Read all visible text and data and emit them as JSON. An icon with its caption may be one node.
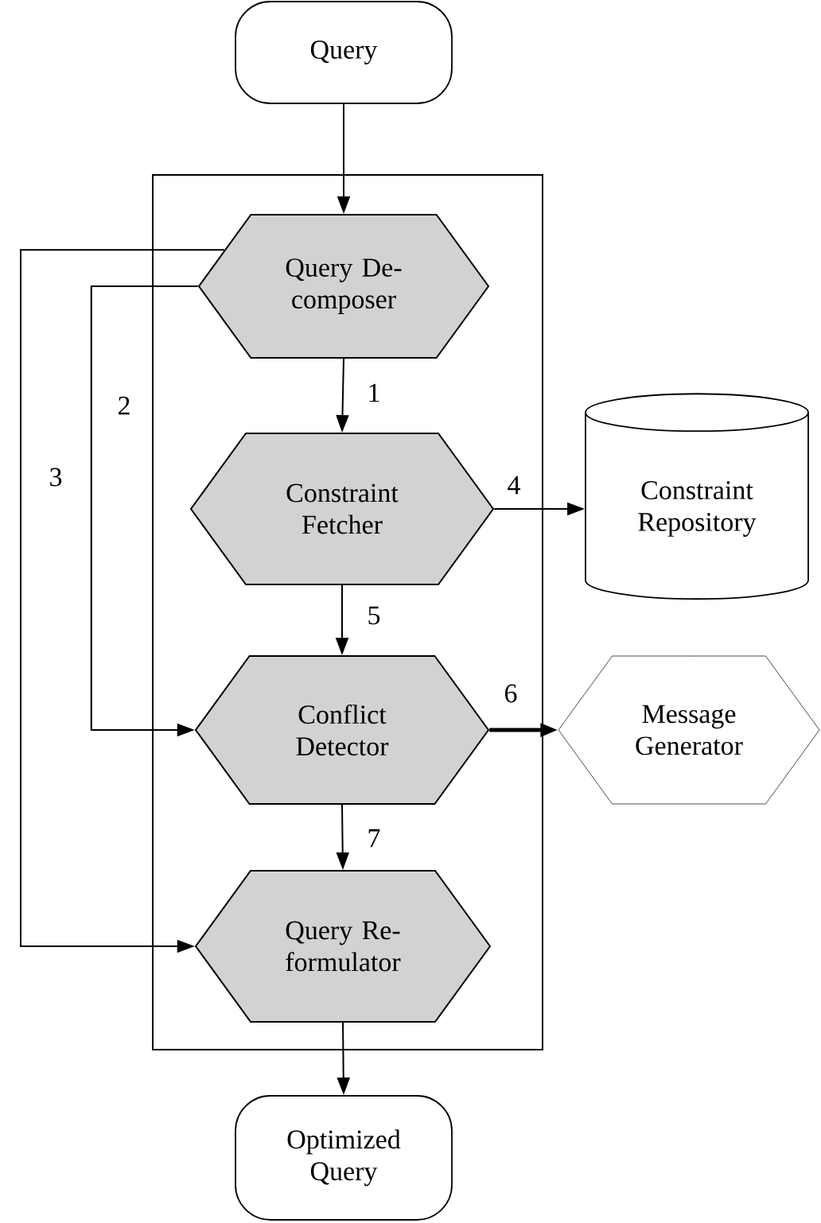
{
  "diagram": {
    "nodes": [
      {
        "text": [
          "Query"
        ]
      },
      {
        "text": [],
        "shape": "box"
      },
      {
        "text": [
          "Query De- composer"
        ],
        "in": 1
      },
      {
        "text": [
          "Constraint Fetcher"
        ],
        "in": 1
      },
      {
        "text": [
          "Conflict Detector"
        ],
        "in": 1
      },
      {
        "text": [
          "Query Re- formulator"
        ],
        "in": 1
      },
      {
        "text": [
          "Constraint Repository"
        ]
      },
      {
        "text": [
          "Message Generator"
        ]
      },
      {
        "text": [
          "Optimized Query"
        ]
      }
    ],
    "edges": [
      {
        "from": 0,
        "to": 2,
        "arrow": "to"
      },
      {
        "from": 2,
        "to": 3,
        "arrow": "to",
        "label": "1"
      },
      {
        "from": 2,
        "to": 4,
        "arrow": "to",
        "label": "2"
      },
      {
        "from": 2,
        "to": 5,
        "arrow": "to",
        "label": "3"
      },
      {
        "from": 3,
        "to": 6,
        "arrow": "to",
        "label": "4"
      },
      {
        "from": 3,
        "to": 4,
        "arrow": "to",
        "label": "5"
      },
      {
        "from": 4,
        "to": 7,
        "arrow": "to",
        "label": "6",
        "style": "thick"
      },
      {
        "from": 4,
        "to": 5,
        "arrow": "to",
        "label": "7"
      },
      {
        "from": 5,
        "to": 8,
        "arrow": "to"
      }
    ]
  }
}
